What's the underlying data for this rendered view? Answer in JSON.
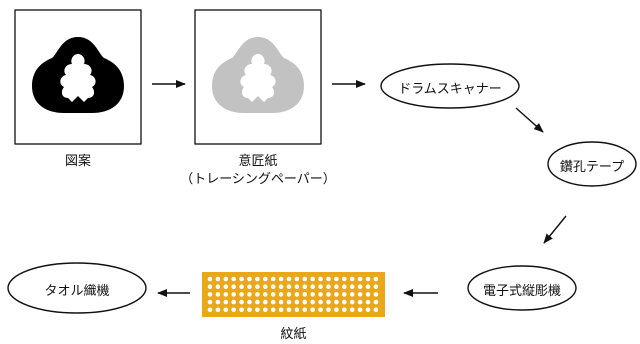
{
  "steps": {
    "pattern": {
      "label": "図案"
    },
    "tracing": {
      "label": "意匠紙",
      "sublabel": "（トレーシングペーパー）"
    },
    "drum_scanner": {
      "label": "ドラムスキャナー"
    },
    "punched_tape": {
      "label": "鑽孔テープ"
    },
    "electronic_machine": {
      "label": "電子式縦彫機"
    },
    "pattern_card": {
      "label": "紋紙"
    },
    "towel_loom": {
      "label": "タオル織機"
    }
  },
  "colors": {
    "pattern_fill": "#000000",
    "tracing_fill": "#c2c2c2",
    "card_fill": "#e8a81a",
    "hole": "#ffffff"
  }
}
